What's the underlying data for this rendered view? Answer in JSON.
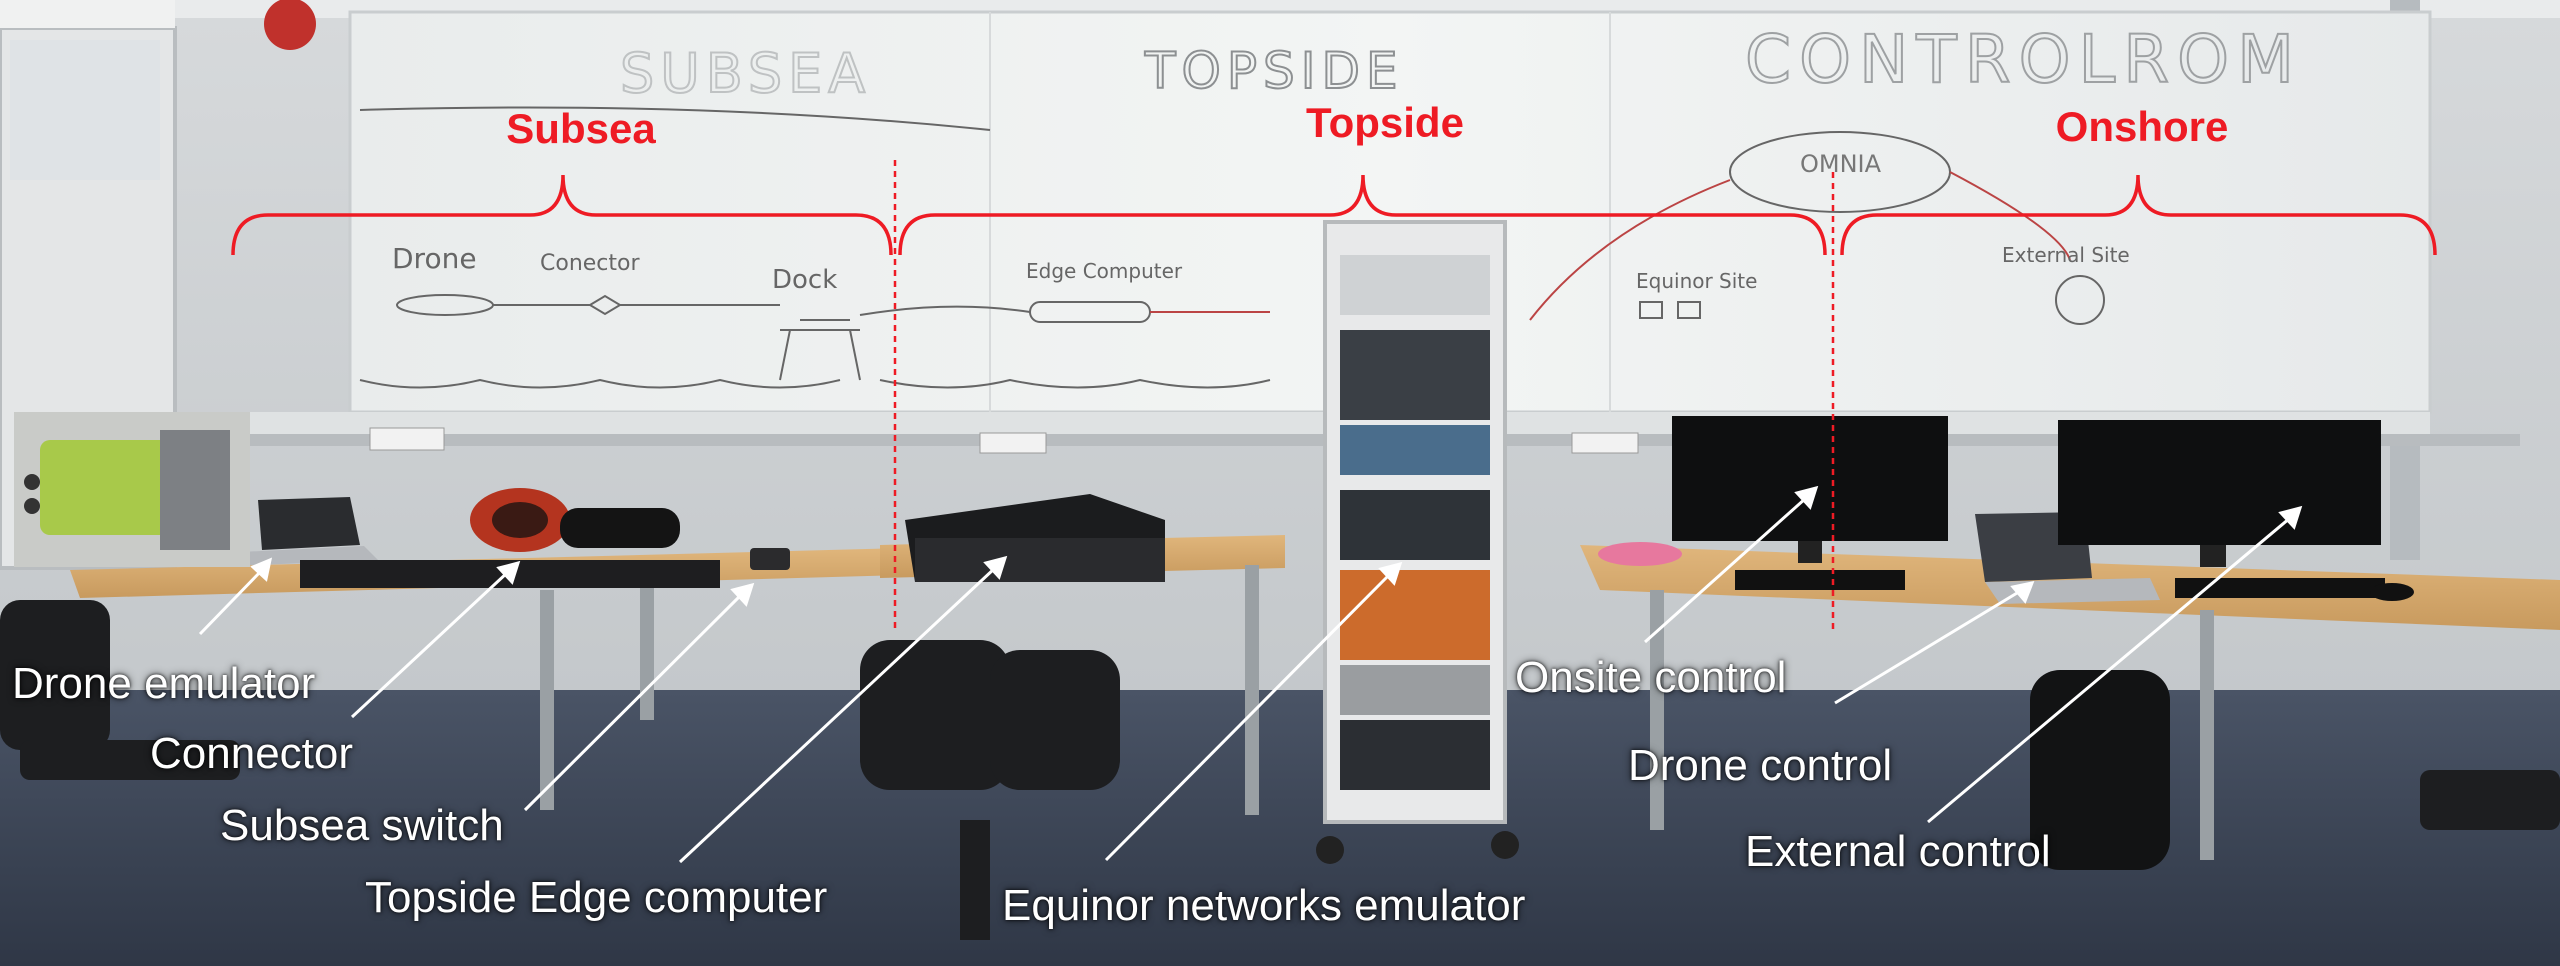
{
  "zones": {
    "subsea": "Subsea",
    "topside": "Topside",
    "onshore": "Onshore"
  },
  "whiteboard": {
    "title_subsea": "SUBSEA",
    "title_topside": "TOPSIDE",
    "title_control": "CONTROLROM",
    "omnia": "OMNIA",
    "drone": "Drone",
    "connector": "Conector",
    "dock": "Dock",
    "edge_computer": "Edge Computer",
    "equinor_site": "Equinor Site",
    "external_site": "External Site"
  },
  "labels": {
    "drone_emulator": "Drone emulator",
    "connector": "Connector",
    "subsea_switch": "Subsea switch",
    "topside_edge_computer": "Topside Edge computer",
    "equinor_networks_emulator": "Equinor networks emulator",
    "onsite_control": "Onsite control",
    "drone_control": "Drone control",
    "external_control": "External control"
  },
  "colors": {
    "zone_annotation": "#ee1b24",
    "label_text": "#ffffff",
    "whiteboard": "#eef0ee",
    "desk": "#d9a86c",
    "floor": "#3c4656"
  }
}
